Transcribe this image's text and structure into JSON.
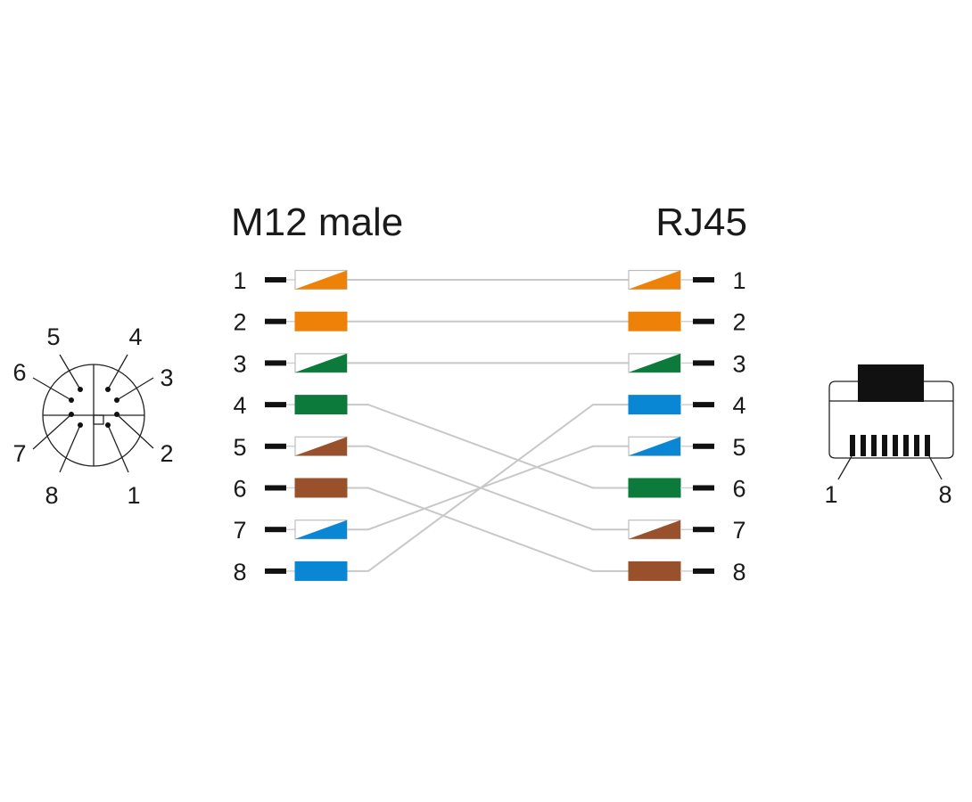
{
  "headings": {
    "left": "M12 male",
    "right": "RJ45"
  },
  "colors": {
    "orange": "#ee8108",
    "green": "#0b7a3b",
    "brown": "#99512b",
    "blue": "#0a87d4",
    "wire": "#c8c8c8"
  },
  "m12_pins": [
    {
      "pin": "1",
      "color": "orange",
      "striped": true
    },
    {
      "pin": "2",
      "color": "orange",
      "striped": false
    },
    {
      "pin": "3",
      "color": "green",
      "striped": true
    },
    {
      "pin": "4",
      "color": "green",
      "striped": false
    },
    {
      "pin": "5",
      "color": "brown",
      "striped": true
    },
    {
      "pin": "6",
      "color": "brown",
      "striped": false
    },
    {
      "pin": "7",
      "color": "blue",
      "striped": true
    },
    {
      "pin": "8",
      "color": "blue",
      "striped": false
    }
  ],
  "rj45_pins": [
    {
      "pin": "1",
      "color": "orange",
      "striped": true
    },
    {
      "pin": "2",
      "color": "orange",
      "striped": false
    },
    {
      "pin": "3",
      "color": "green",
      "striped": true
    },
    {
      "pin": "4",
      "color": "blue",
      "striped": false
    },
    {
      "pin": "5",
      "color": "blue",
      "striped": true
    },
    {
      "pin": "6",
      "color": "green",
      "striped": false
    },
    {
      "pin": "7",
      "color": "brown",
      "striped": true
    },
    {
      "pin": "8",
      "color": "brown",
      "striped": false
    }
  ],
  "connections": [
    {
      "m12": 1,
      "rj45": 1
    },
    {
      "m12": 2,
      "rj45": 2
    },
    {
      "m12": 3,
      "rj45": 3
    },
    {
      "m12": 4,
      "rj45": 6
    },
    {
      "m12": 5,
      "rj45": 7
    },
    {
      "m12": 6,
      "rj45": 8
    },
    {
      "m12": 7,
      "rj45": 5
    },
    {
      "m12": 8,
      "rj45": 4
    }
  ],
  "m12_face_labels": [
    "1",
    "2",
    "3",
    "4",
    "5",
    "6",
    "7",
    "8"
  ],
  "rj45_face_labels": {
    "first": "1",
    "last": "8"
  }
}
